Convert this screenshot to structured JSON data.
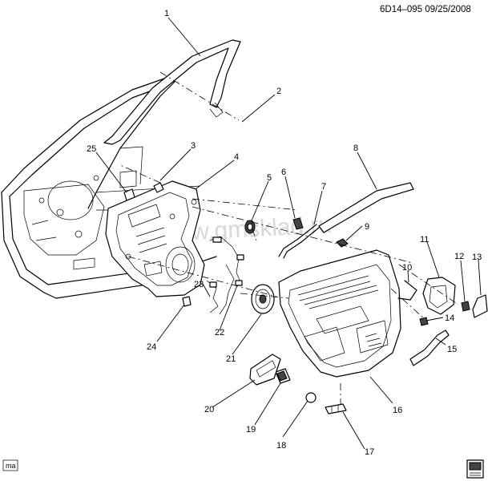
{
  "header": {
    "code": "6D14–095  09/25/2008"
  },
  "watermark": {
    "text": "www.gmsklad.ru"
  },
  "footer": {
    "tag": "ma"
  },
  "callouts": [
    {
      "id": "1",
      "label": "1"
    },
    {
      "id": "2",
      "label": "2"
    },
    {
      "id": "3",
      "label": "3"
    },
    {
      "id": "4",
      "label": "4"
    },
    {
      "id": "5",
      "label": "5"
    },
    {
      "id": "6",
      "label": "6"
    },
    {
      "id": "7",
      "label": "7"
    },
    {
      "id": "8",
      "label": "8"
    },
    {
      "id": "9",
      "label": "9"
    },
    {
      "id": "10",
      "label": "10"
    },
    {
      "id": "11",
      "label": "11"
    },
    {
      "id": "12",
      "label": "12"
    },
    {
      "id": "13",
      "label": "13"
    },
    {
      "id": "14",
      "label": "14"
    },
    {
      "id": "15",
      "label": "15"
    },
    {
      "id": "16",
      "label": "16"
    },
    {
      "id": "17",
      "label": "17"
    },
    {
      "id": "18",
      "label": "18"
    },
    {
      "id": "19",
      "label": "19"
    },
    {
      "id": "20",
      "label": "20"
    },
    {
      "id": "21",
      "label": "21"
    },
    {
      "id": "22",
      "label": "22"
    },
    {
      "id": "23",
      "label": "23"
    },
    {
      "id": "24",
      "label": "24"
    },
    {
      "id": "25",
      "label": "25"
    }
  ]
}
